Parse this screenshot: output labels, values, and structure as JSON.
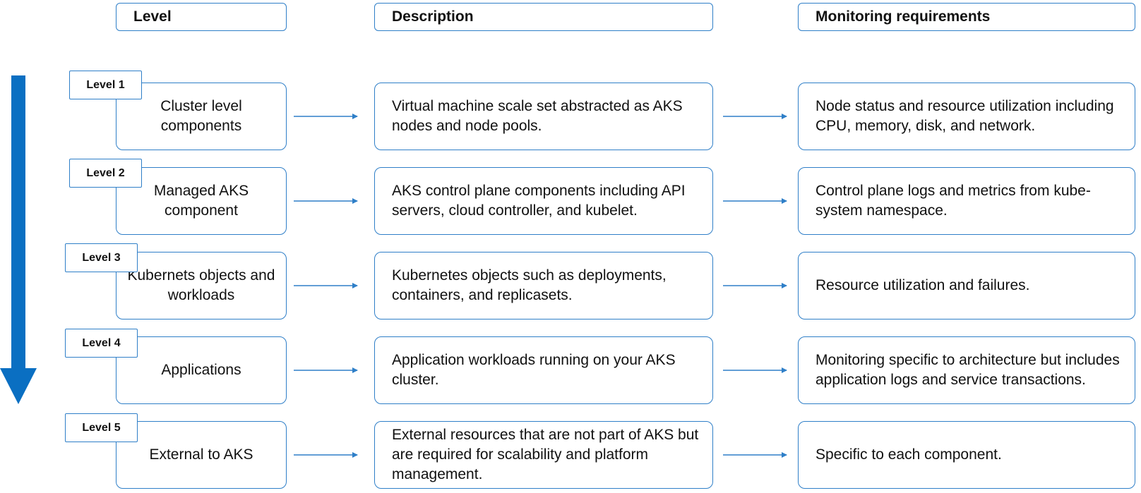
{
  "headers": {
    "level": "Level",
    "description": "Description",
    "monitoring": "Monitoring requirements"
  },
  "rows": [
    {
      "tag": "Level 1",
      "level": "Cluster level components",
      "description": "Virtual machine scale set abstracted as AKS nodes and node pools.",
      "monitoring": "Node status and resource utilization including CPU, memory, disk, and network."
    },
    {
      "tag": "Level 2",
      "level": "Managed AKS component",
      "description": "AKS control plane components including API servers, cloud controller, and kubelet.",
      "monitoring": "Control plane logs and metrics from kube-system namespace."
    },
    {
      "tag": "Level 3",
      "level": "Kubernets objects and workloads",
      "description": "Kubernetes objects such as deployments, containers, and replicasets.",
      "monitoring": "Resource utilization and failures."
    },
    {
      "tag": "Level 4",
      "level": "Applications",
      "description": "Application workloads running on your AKS cluster.",
      "monitoring": "Monitoring specific to architecture but includes application logs and service transactions."
    },
    {
      "tag": "Level 5",
      "level": "External to AKS",
      "description": "External resources that are not part of AKS but are required for scalability and platform management.",
      "monitoring": "Specific to each component."
    }
  ],
  "colors": {
    "border": "#2f7fc8",
    "arrow": "#2f7fc8",
    "big_arrow": "#0a6fc2"
  }
}
